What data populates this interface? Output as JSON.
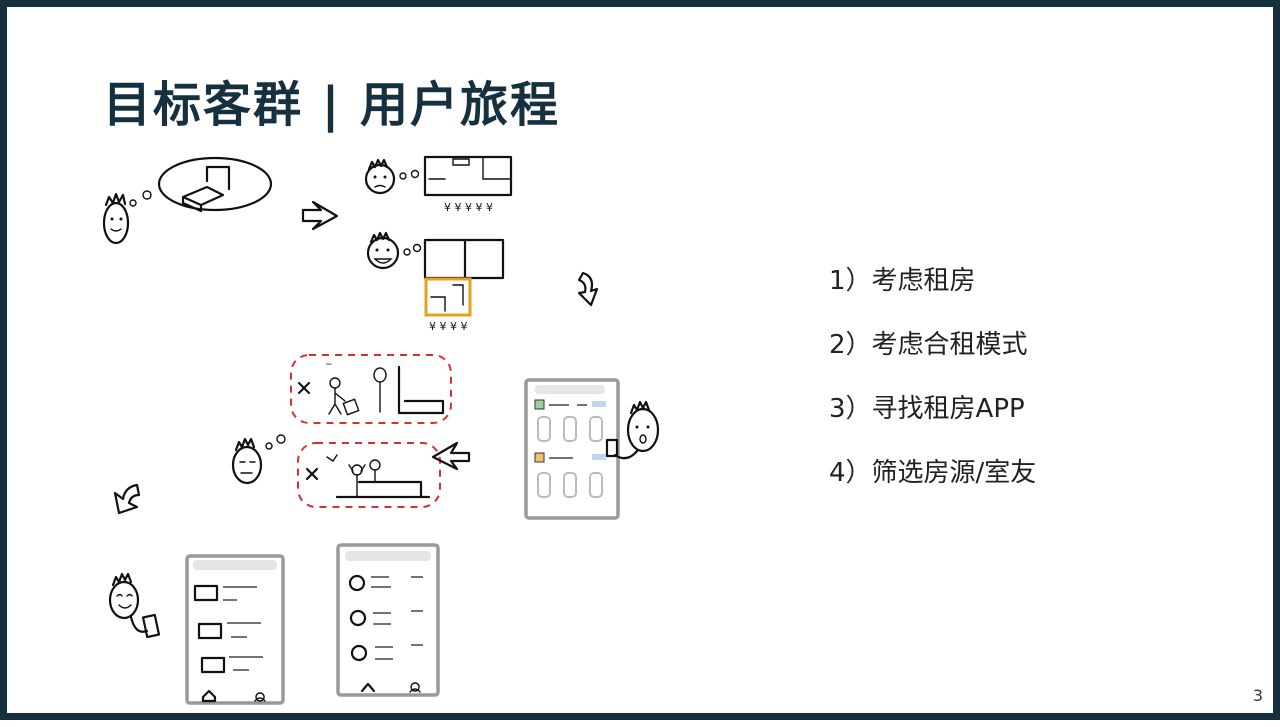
{
  "title": "目标客群 | 用户旅程",
  "steps": [
    "1）考虑租房",
    "2）考虑合租模式",
    "3）寻找租房APP",
    "4）筛选房源/室友"
  ],
  "page_number": "3",
  "colors": {
    "frame": "#17303f",
    "title": "#17303f",
    "highlight_room": "#e8a020",
    "dashed_outline": "#d9302e"
  }
}
